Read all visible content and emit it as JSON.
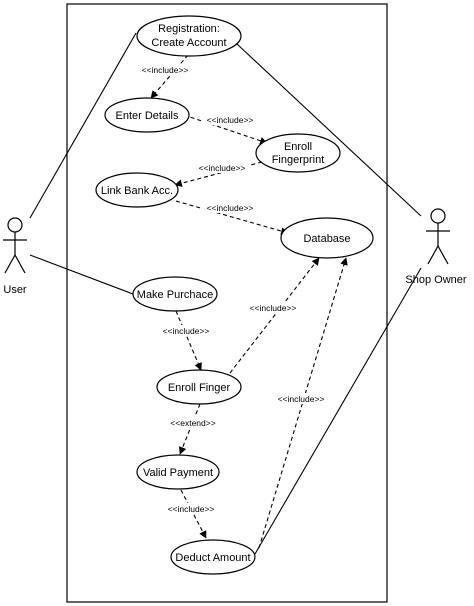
{
  "actors": {
    "user": {
      "label": "User"
    },
    "shop_owner": {
      "label": "Shop Owner"
    }
  },
  "use_cases": {
    "registration": {
      "lines": [
        "Registration:",
        "Create Account"
      ]
    },
    "enter_details": {
      "lines": [
        "Enter Details"
      ]
    },
    "enroll_fingerprint": {
      "lines": [
        "Enroll",
        "Fingerprint"
      ]
    },
    "link_bank": {
      "lines": [
        "Link Bank Acc."
      ]
    },
    "database": {
      "lines": [
        "Database"
      ]
    },
    "make_purchase": {
      "lines": [
        "Make Purchace"
      ]
    },
    "enroll_finger": {
      "lines": [
        "Enroll Finger"
      ]
    },
    "valid_payment": {
      "lines": [
        "Valid Payment"
      ]
    },
    "deduct_amount": {
      "lines": [
        "Deduct Amount"
      ]
    }
  },
  "relationships": {
    "reg_details": "<<include>>",
    "details_fp": "<<include>>",
    "fp_bank": "<<include>>",
    "bank_db": "<<include>>",
    "purchase_finger": "<<include>>",
    "finger_db": "<<include>>",
    "finger_payment": "<<extend>>",
    "payment_deduct": "<<include>>",
    "deduct_db": "<<include>>"
  }
}
